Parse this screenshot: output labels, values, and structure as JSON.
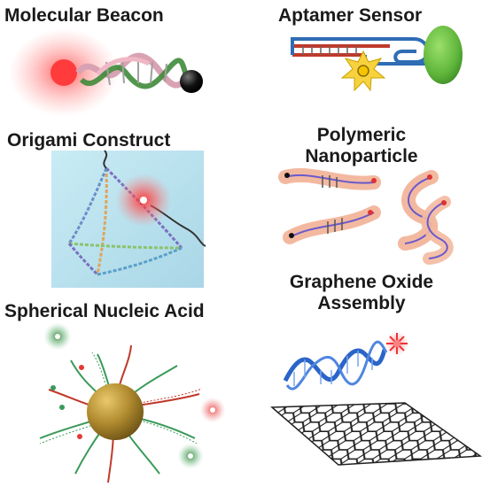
{
  "panels": {
    "molecular_beacon": {
      "title": "Molecular Beacon"
    },
    "aptamer_sensor": {
      "title": "Aptamer Sensor"
    },
    "origami_construct": {
      "title": "Origami Construct"
    },
    "polymeric_nanoparticle": {
      "title_line1": "Polymeric",
      "title_line2": "Nanoparticle"
    },
    "spherical_nucleic_acid": {
      "title": "Spherical Nucleic Acid"
    },
    "graphene_oxide_assembly": {
      "title_line1": "Graphene Oxide",
      "title_line2": "Assembly"
    }
  },
  "colors": {
    "fluorophore_red": "#ff3b3b",
    "quencher_black": "#111111",
    "aptamer_red": "#c0392b",
    "aptamer_blue": "#2f6db5",
    "target_green": "#6abf3f",
    "star_yellow": "#f7d23e",
    "origami_bg": "#bfe3ef",
    "gold_core": "#b08a2e",
    "dna_blue": "#2a64c8",
    "graphene_line": "#222222"
  }
}
